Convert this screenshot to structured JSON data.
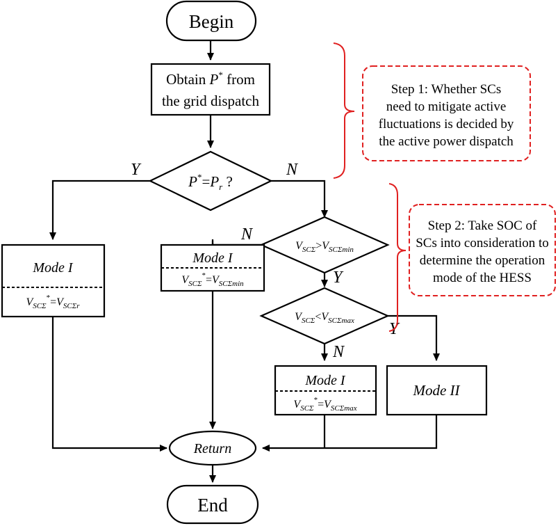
{
  "nodes": {
    "begin": "Begin",
    "obtain": {
      "pre": "Obtain ",
      "var": "P",
      "sup": "*",
      "post": " from",
      "line2": "the grid dispatch"
    },
    "decision_p": {
      "lhs": "P",
      "lhs_sup": "*",
      "eq": "=",
      "rhs": "P",
      "rhs_sub": "r",
      "q": " ?"
    },
    "decision_min": {
      "lhs": "V",
      "lhs_sub": "SCΣ",
      "op": ">",
      "rhs": "V",
      "rhs_sub": "SCΣmin"
    },
    "decision_max": {
      "lhs": "V",
      "lhs_sub": "SCΣ",
      "op": "<",
      "rhs": "V",
      "rhs_sub": "SCΣmax"
    },
    "mode_left": {
      "title": "Mode I",
      "lhs": "V",
      "lhs_sub": "SCΣ",
      "sup": "*",
      "eq": "=",
      "rhs": "V",
      "rhs_sub": "SCΣr"
    },
    "mode_mid": {
      "title": "Mode I",
      "lhs": "V",
      "lhs_sub": "SCΣ",
      "sup": "*",
      "eq": "=",
      "rhs": "V",
      "rhs_sub": "SCΣmin"
    },
    "mode_bottom": {
      "title": "Mode I",
      "lhs": "V",
      "lhs_sub": "SCΣ",
      "sup": "*",
      "eq": "=",
      "rhs": "V",
      "rhs_sub": "SCΣmax"
    },
    "mode_ii": "Mode II",
    "return": "Return",
    "end": "End"
  },
  "edge_labels": {
    "p_yes": "Y",
    "p_no": "N",
    "min_no": "N",
    "min_yes": "Y",
    "max_yes": "Y",
    "max_no": "N"
  },
  "steps": {
    "step1": [
      "Step 1: Whether SCs",
      "need to mitigate active",
      "fluctuations is decided by",
      "the active power dispatch"
    ],
    "step2": [
      "Step 2: Take SOC of",
      "SCs into consideration to",
      "determine the operation",
      "mode of the HESS"
    ]
  },
  "colors": {
    "stroke": "#000000",
    "accent": "#e02020"
  }
}
